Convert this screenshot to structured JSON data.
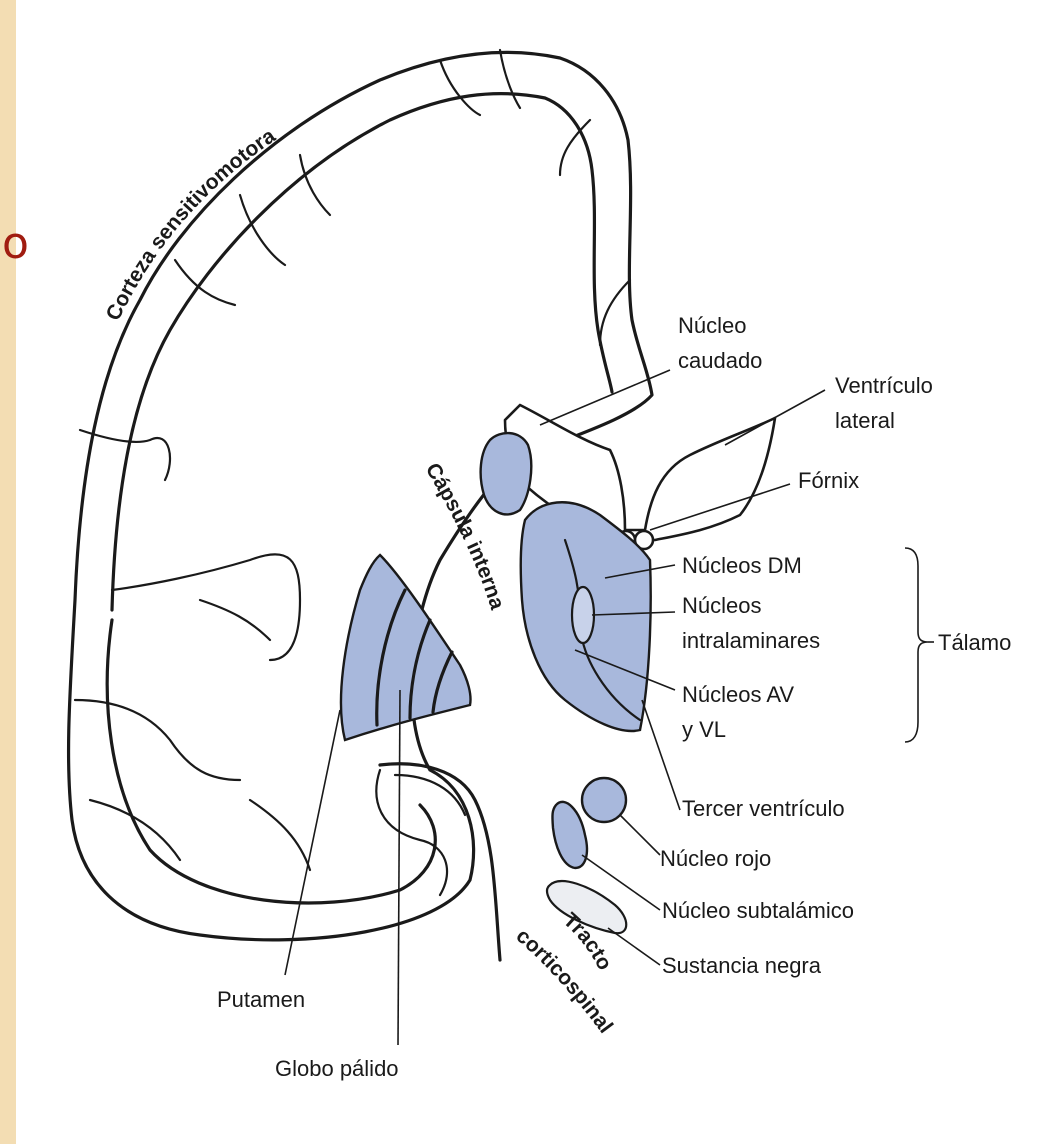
{
  "clipped_char": "o",
  "labels": {
    "corteza": "Corteza sensitivomotora",
    "capsula": "Cápsula interna",
    "nucleo_caudado_1": "Núcleo",
    "nucleo_caudado_2": "caudado",
    "ventriculo_lateral_1": "Ventrículo",
    "ventriculo_lateral_2": "lateral",
    "fornix": "Fórnix",
    "nucleos_dm": "Núcleos DM",
    "nucleos_intralaminares_1": "Núcleos",
    "nucleos_intralaminares_2": "intralaminares",
    "talamo": "Tálamo",
    "nucleos_av_1": "Núcleos AV",
    "nucleos_av_2": "y VL",
    "tercer_ventriculo": "Tercer ventrículo",
    "nucleo_rojo": "Núcleo rojo",
    "nucleo_subtalamico": "Núcleo subtalámico",
    "sustancia_negra": "Sustancia negra",
    "tracto_1": "Tracto",
    "tracto_2": "corticospinal",
    "putamen": "Putamen",
    "globo_palido": "Globo pálido"
  },
  "colors": {
    "page_margin": "#f3ddb3",
    "nucleus_fill": "#a8b8dc",
    "clipped_char": "#a01c10"
  }
}
